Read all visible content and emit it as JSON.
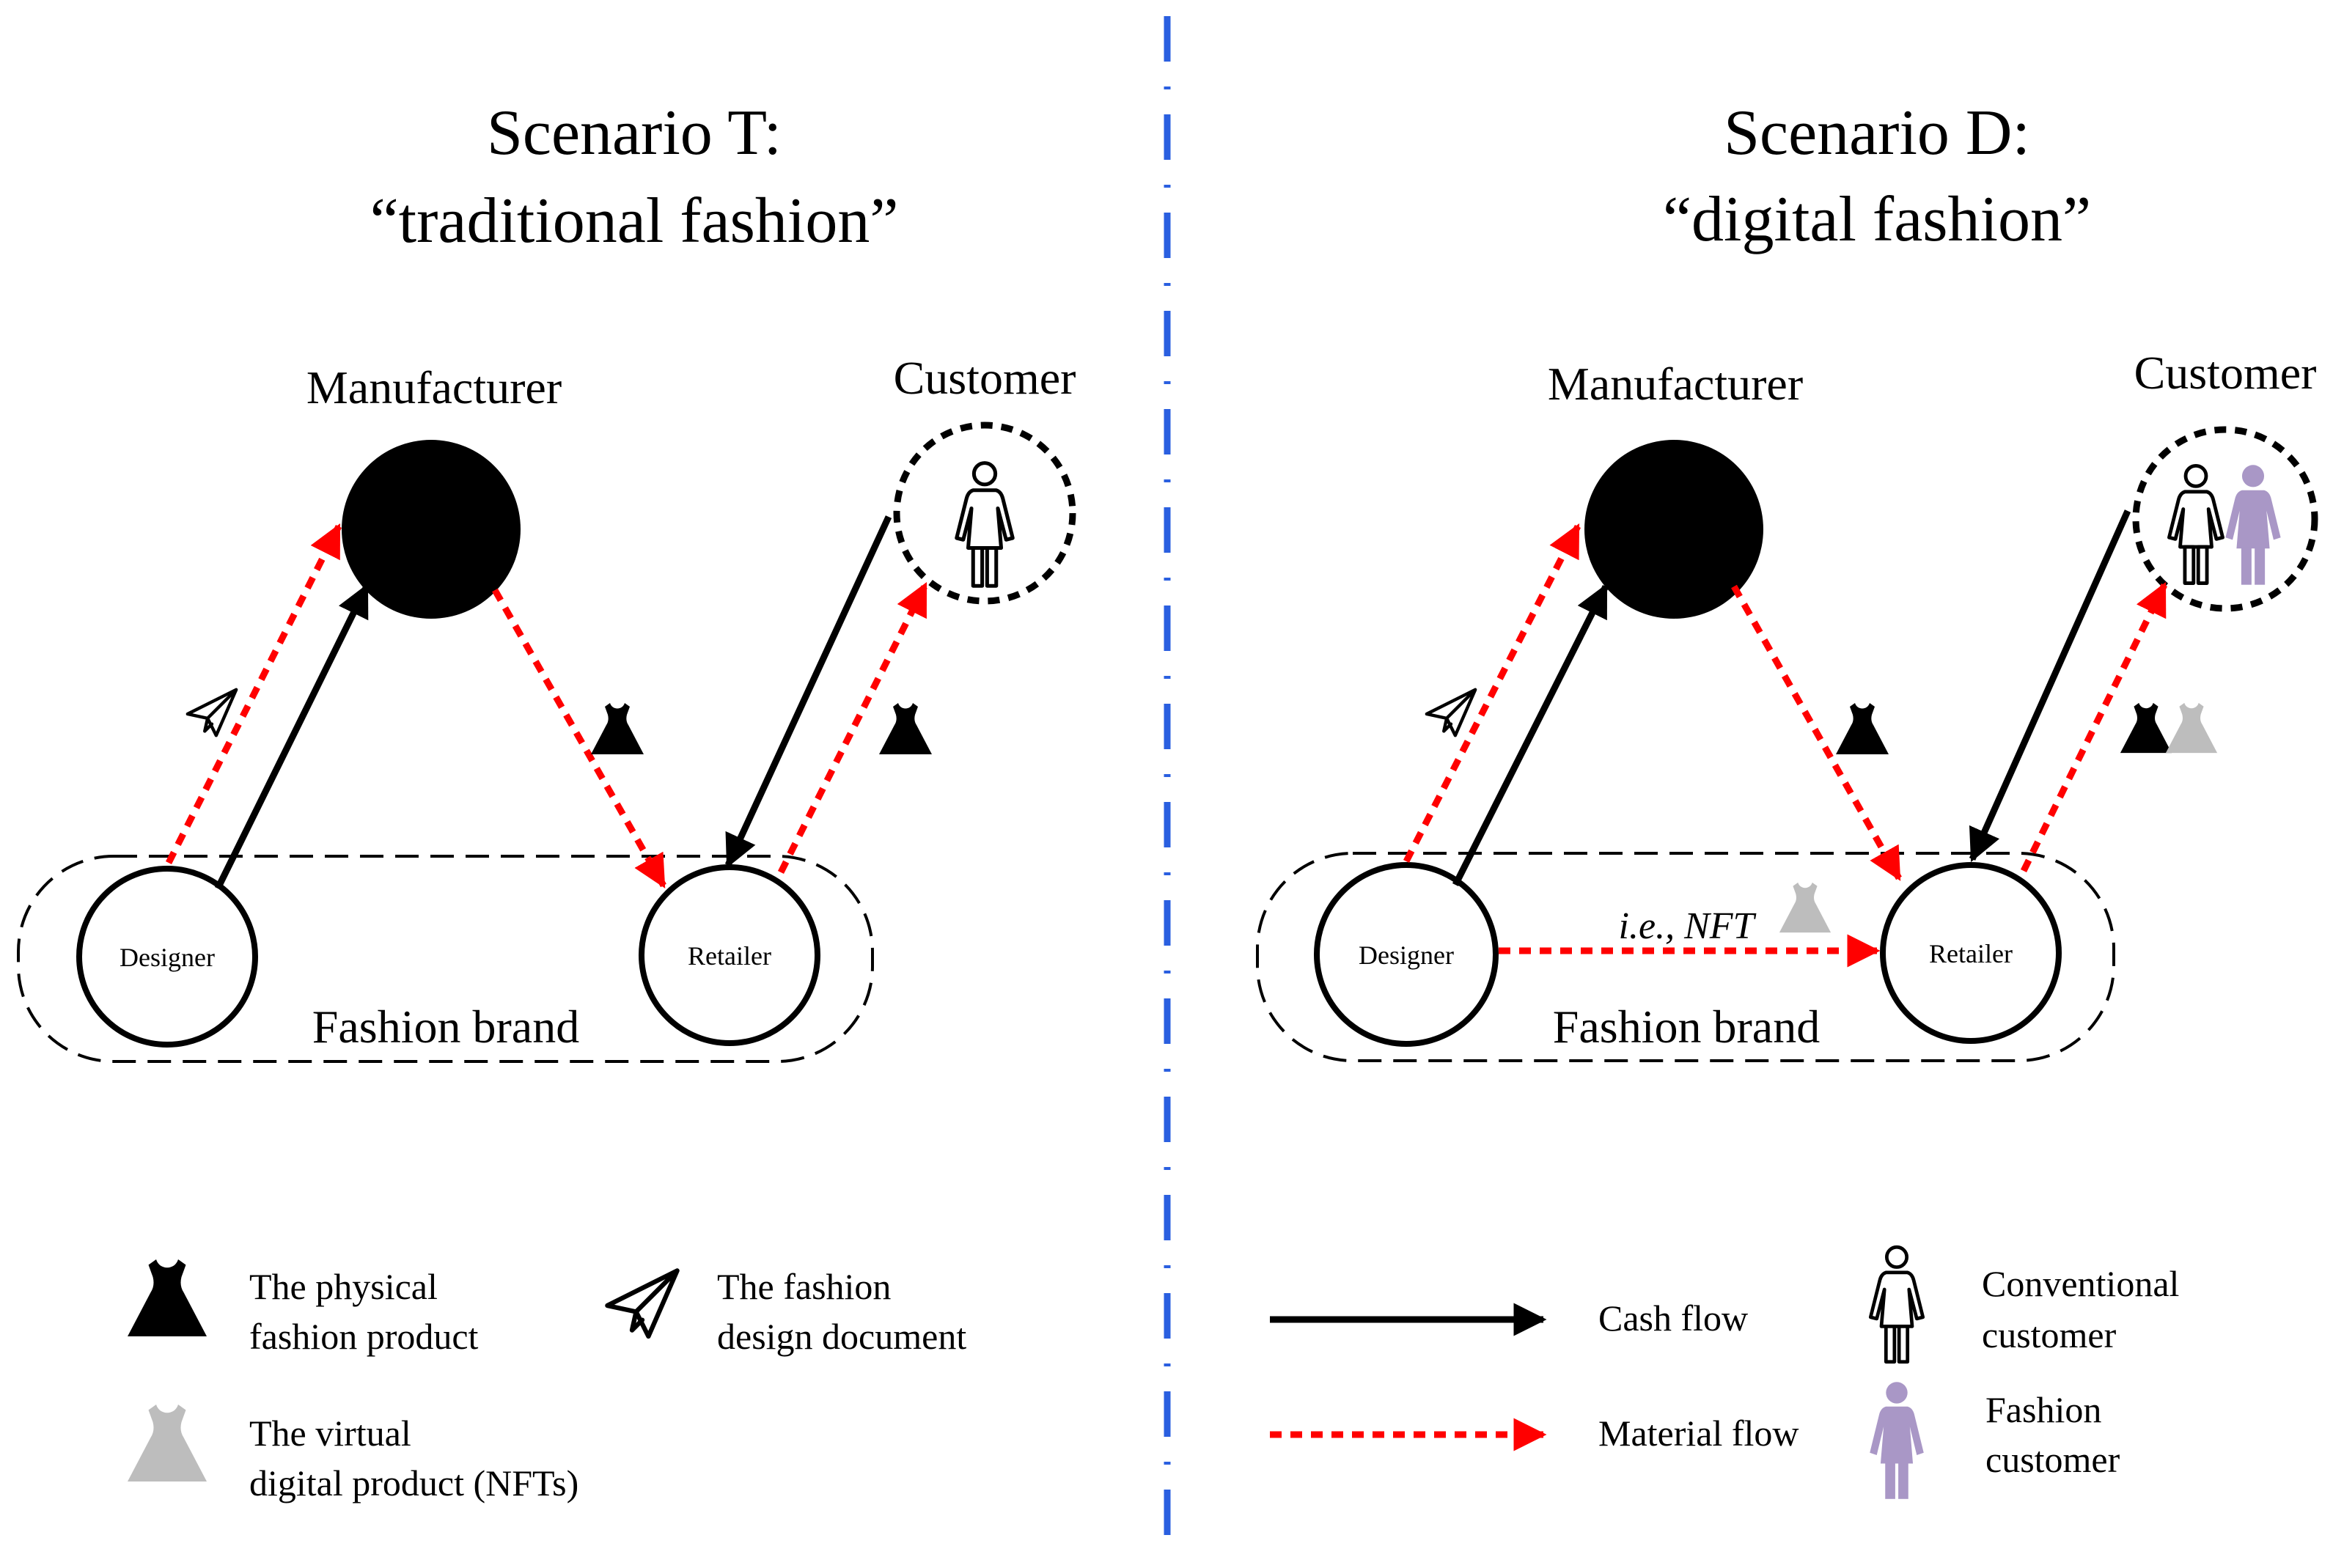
{
  "colors": {
    "cash": "#000000",
    "material": "#ff0000",
    "divider": "#2a5fe0",
    "virtual": "#bdbdbd",
    "fashion_customer": "#a997c6"
  },
  "scenario_t": {
    "title_line1": "Scenario T:",
    "title_line2": "“traditional fashion”",
    "manufacturer": "Manufacturer",
    "customer": "Customer",
    "designer": "Designer",
    "retailer": "Retailer",
    "brand": "Fashion brand"
  },
  "scenario_d": {
    "title_line1": "Scenario D:",
    "title_line2": "“digital fashion”",
    "manufacturer": "Manufacturer",
    "customer": "Customer",
    "designer": "Designer",
    "retailer": "Retailer",
    "brand": "Fashion brand",
    "nft_label": "i.e., NFT"
  },
  "legend": {
    "physical_line1": "The physical",
    "physical_line2": "fashion product",
    "design_line1": "The fashion",
    "design_line2": "design document",
    "virtual_line1": "The virtual",
    "virtual_line2": "digital product (NFTs)",
    "cash_flow": "Cash flow",
    "material_flow": "Material flow",
    "conventional_line1": "Conventional",
    "conventional_line2": "customer",
    "fashion_line1": "Fashion",
    "fashion_line2": "customer"
  }
}
